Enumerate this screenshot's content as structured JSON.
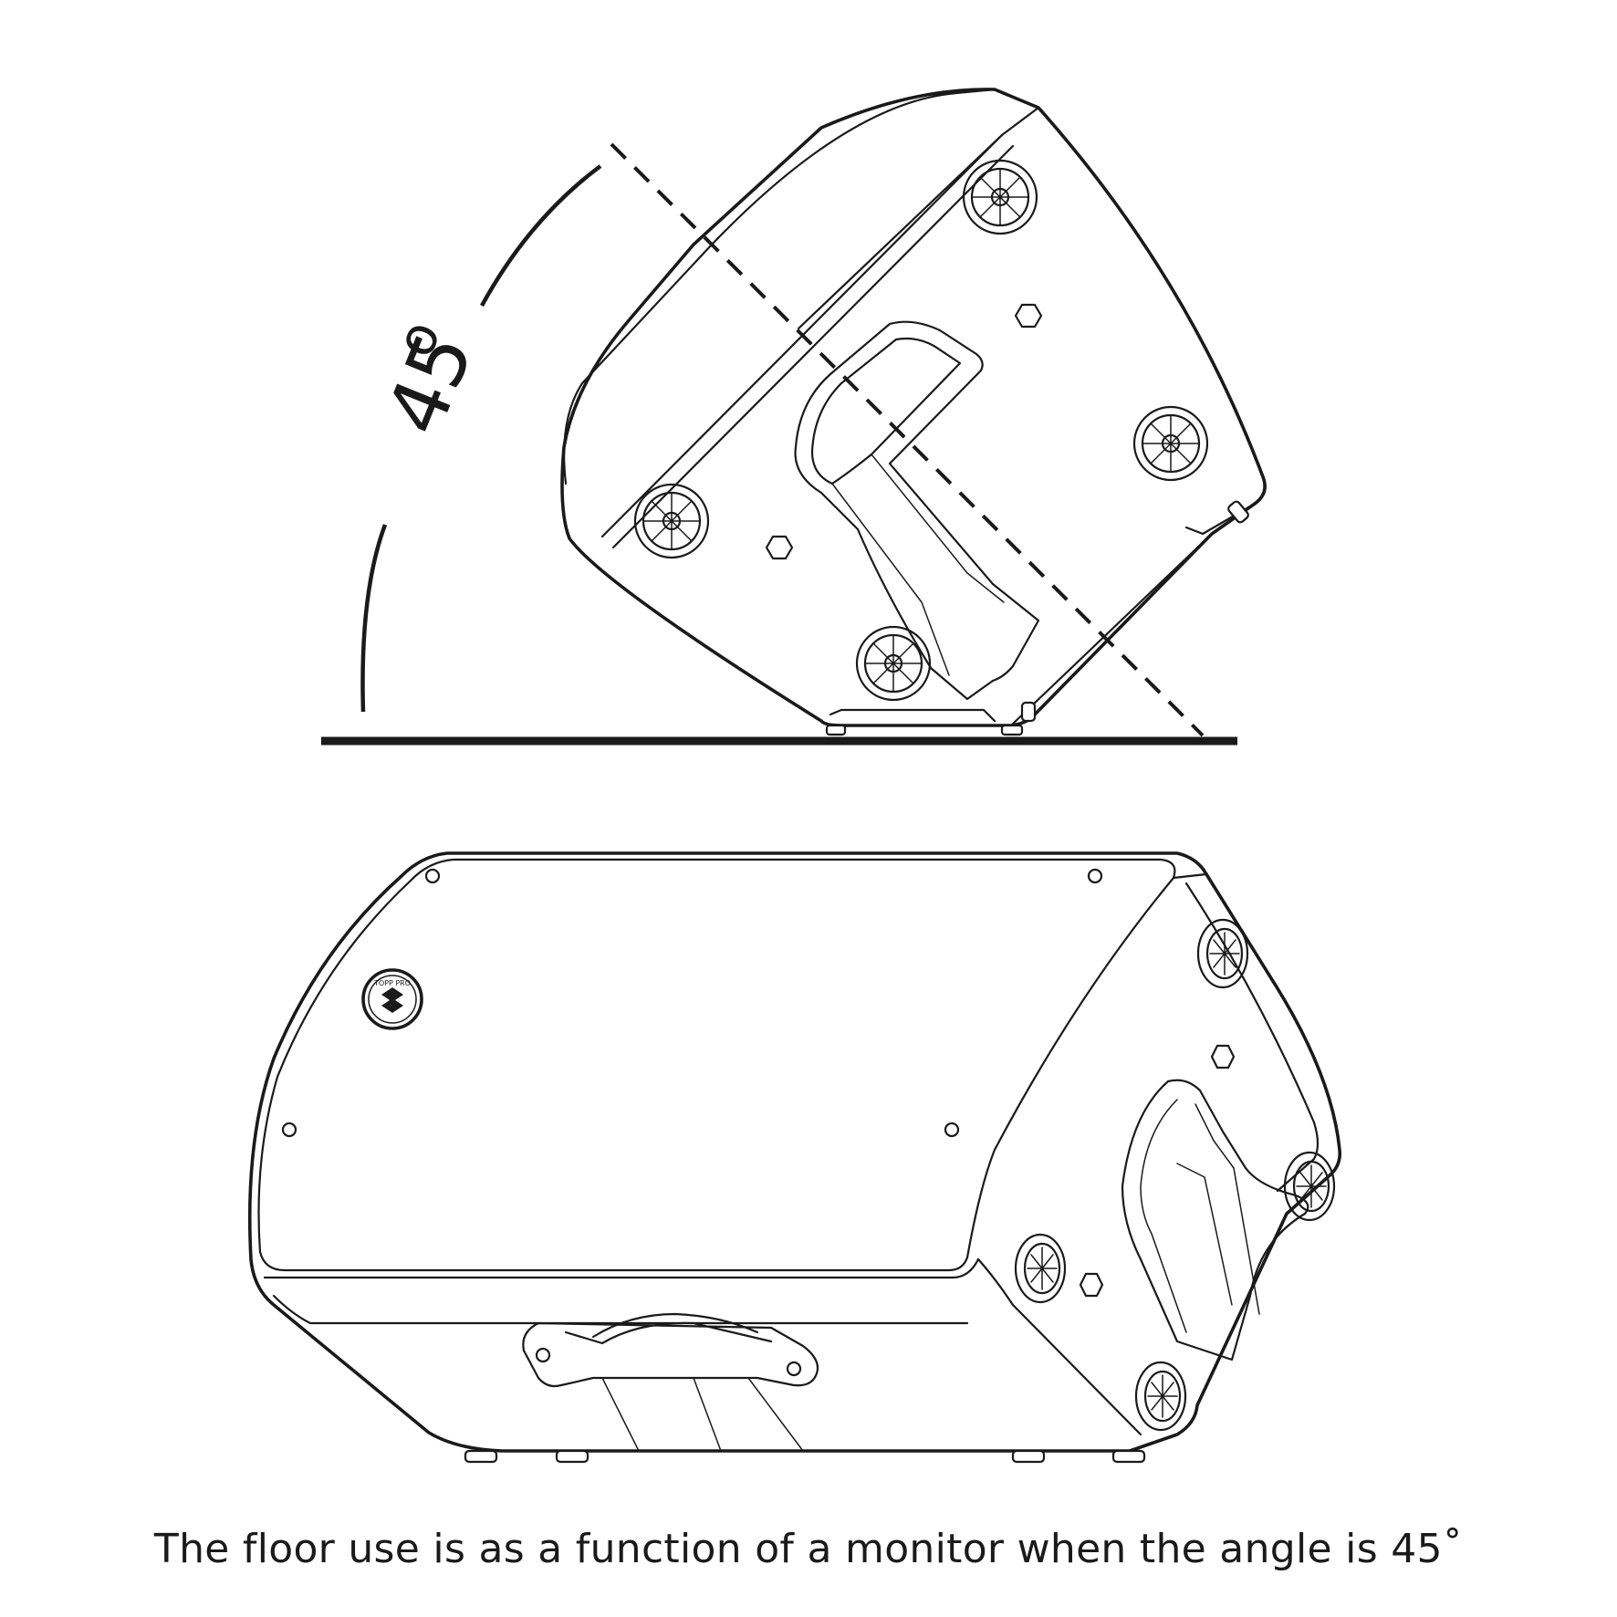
{
  "diagram": {
    "angle_value": "45",
    "angle_unit": "o",
    "logo_text": "TOPP PRO"
  },
  "caption": "The floor use is as a function of a monitor when the angle is 45˚"
}
